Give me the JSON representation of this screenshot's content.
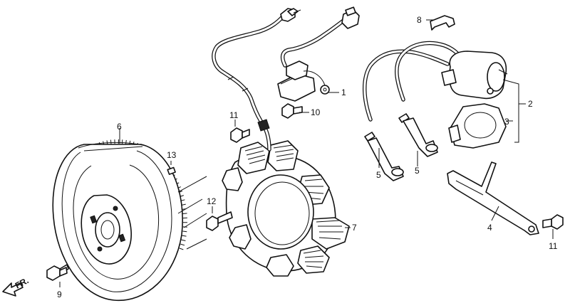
{
  "callouts": [
    {
      "id": "n1",
      "text": "1"
    },
    {
      "id": "n2",
      "text": "2"
    },
    {
      "id": "n3",
      "text": "3"
    },
    {
      "id": "n4",
      "text": "4"
    },
    {
      "id": "n5a",
      "text": "5"
    },
    {
      "id": "n5b",
      "text": "5"
    },
    {
      "id": "n6",
      "text": "6"
    },
    {
      "id": "n7",
      "text": "7"
    },
    {
      "id": "n8",
      "text": "8"
    },
    {
      "id": "n9",
      "text": "9"
    },
    {
      "id": "n10",
      "text": "10"
    },
    {
      "id": "n11a",
      "text": "11"
    },
    {
      "id": "n11b",
      "text": "11"
    },
    {
      "id": "n12",
      "text": "12"
    },
    {
      "id": "n13",
      "text": "13"
    }
  ],
  "front_marker": {
    "text": "FR."
  },
  "colors": {
    "line": "#111111",
    "background": "#ffffff"
  }
}
